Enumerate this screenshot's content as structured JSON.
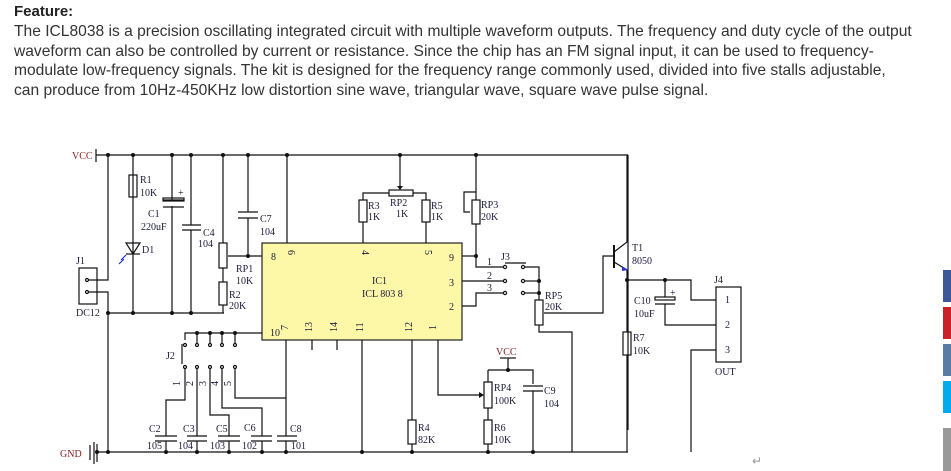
{
  "feature": {
    "title": "Feature:",
    "lines": [
      "The ICL8038 is a precision oscillating integrated circuit with multiple waveform outputs. The frequency and duty cycle of the output",
      "waveform can also be controlled by current or resistance. Since the chip has an FM signal input, it can be used to frequency-",
      "modulate low-frequency signals. The kit is designed for the frequency range commonly used, divided into five stalls adjustable,",
      "can produce from 10Hz-450KHz low distortion sine wave, triangular wave, square wave pulse signal."
    ]
  },
  "schematic": {
    "vcc": "VCC",
    "gnd": "GND",
    "ic": {
      "ref": "IC1",
      "part": "ICL 803 8",
      "pins": [
        "8",
        "6",
        "4",
        "5",
        "9",
        "3",
        "2",
        "10",
        "7",
        "13",
        "14",
        "11",
        "12",
        "1"
      ]
    },
    "components": {
      "R1": {
        "ref": "R1",
        "value": "10K"
      },
      "C1": {
        "ref": "C1",
        "value": "220uF"
      },
      "C4": {
        "ref": "C4",
        "value": "104"
      },
      "C7": {
        "ref": "C7",
        "value": "104"
      },
      "D1": {
        "ref": "D1"
      },
      "RP1": {
        "ref": "RP1",
        "value": "10K"
      },
      "R2": {
        "ref": "R2",
        "value": "20K"
      },
      "R3": {
        "ref": "R3",
        "value": "1K"
      },
      "RP2": {
        "ref": "RP2",
        "value": "1K"
      },
      "R5": {
        "ref": "R5",
        "value": "1K"
      },
      "RP3": {
        "ref": "RP3",
        "value": "20K"
      },
      "J1": {
        "ref": "J1",
        "value": "DC12"
      },
      "J2": {
        "ref": "J2",
        "pins": [
          "1",
          "2",
          "3",
          "4",
          "5"
        ]
      },
      "J3": {
        "ref": "J3",
        "pins": [
          "1",
          "2",
          "3"
        ]
      },
      "RP5": {
        "ref": "RP5",
        "value": "20K"
      },
      "T1": {
        "ref": "T1",
        "value": "8050"
      },
      "C10": {
        "ref": "C10",
        "value": "10uF"
      },
      "R7": {
        "ref": "R7",
        "value": "10K"
      },
      "J4": {
        "ref": "J4",
        "value": "OUT",
        "pins": [
          "1",
          "2",
          "3"
        ]
      },
      "RP4": {
        "ref": "RP4",
        "value": "100K"
      },
      "C9": {
        "ref": "C9",
        "value": "104"
      },
      "R4": {
        "ref": "R4",
        "value": "82K"
      },
      "R6": {
        "ref": "R6",
        "value": "10K"
      },
      "C2": {
        "ref": "C2",
        "value": "105"
      },
      "C3": {
        "ref": "C3",
        "value": "104"
      },
      "C5": {
        "ref": "C5",
        "value": "103"
      },
      "C6": {
        "ref": "C6",
        "value": "102"
      },
      "C8": {
        "ref": "C8",
        "value": "101"
      }
    },
    "plus": "+"
  },
  "social_colors": {
    "facebook": "#3b5998",
    "pinterest": "#cb2027",
    "vk": "#587ca3",
    "twitter": "#00aced",
    "more": "#999999"
  },
  "ic_fill": "#fdf7a8",
  "return_mark": "↵"
}
